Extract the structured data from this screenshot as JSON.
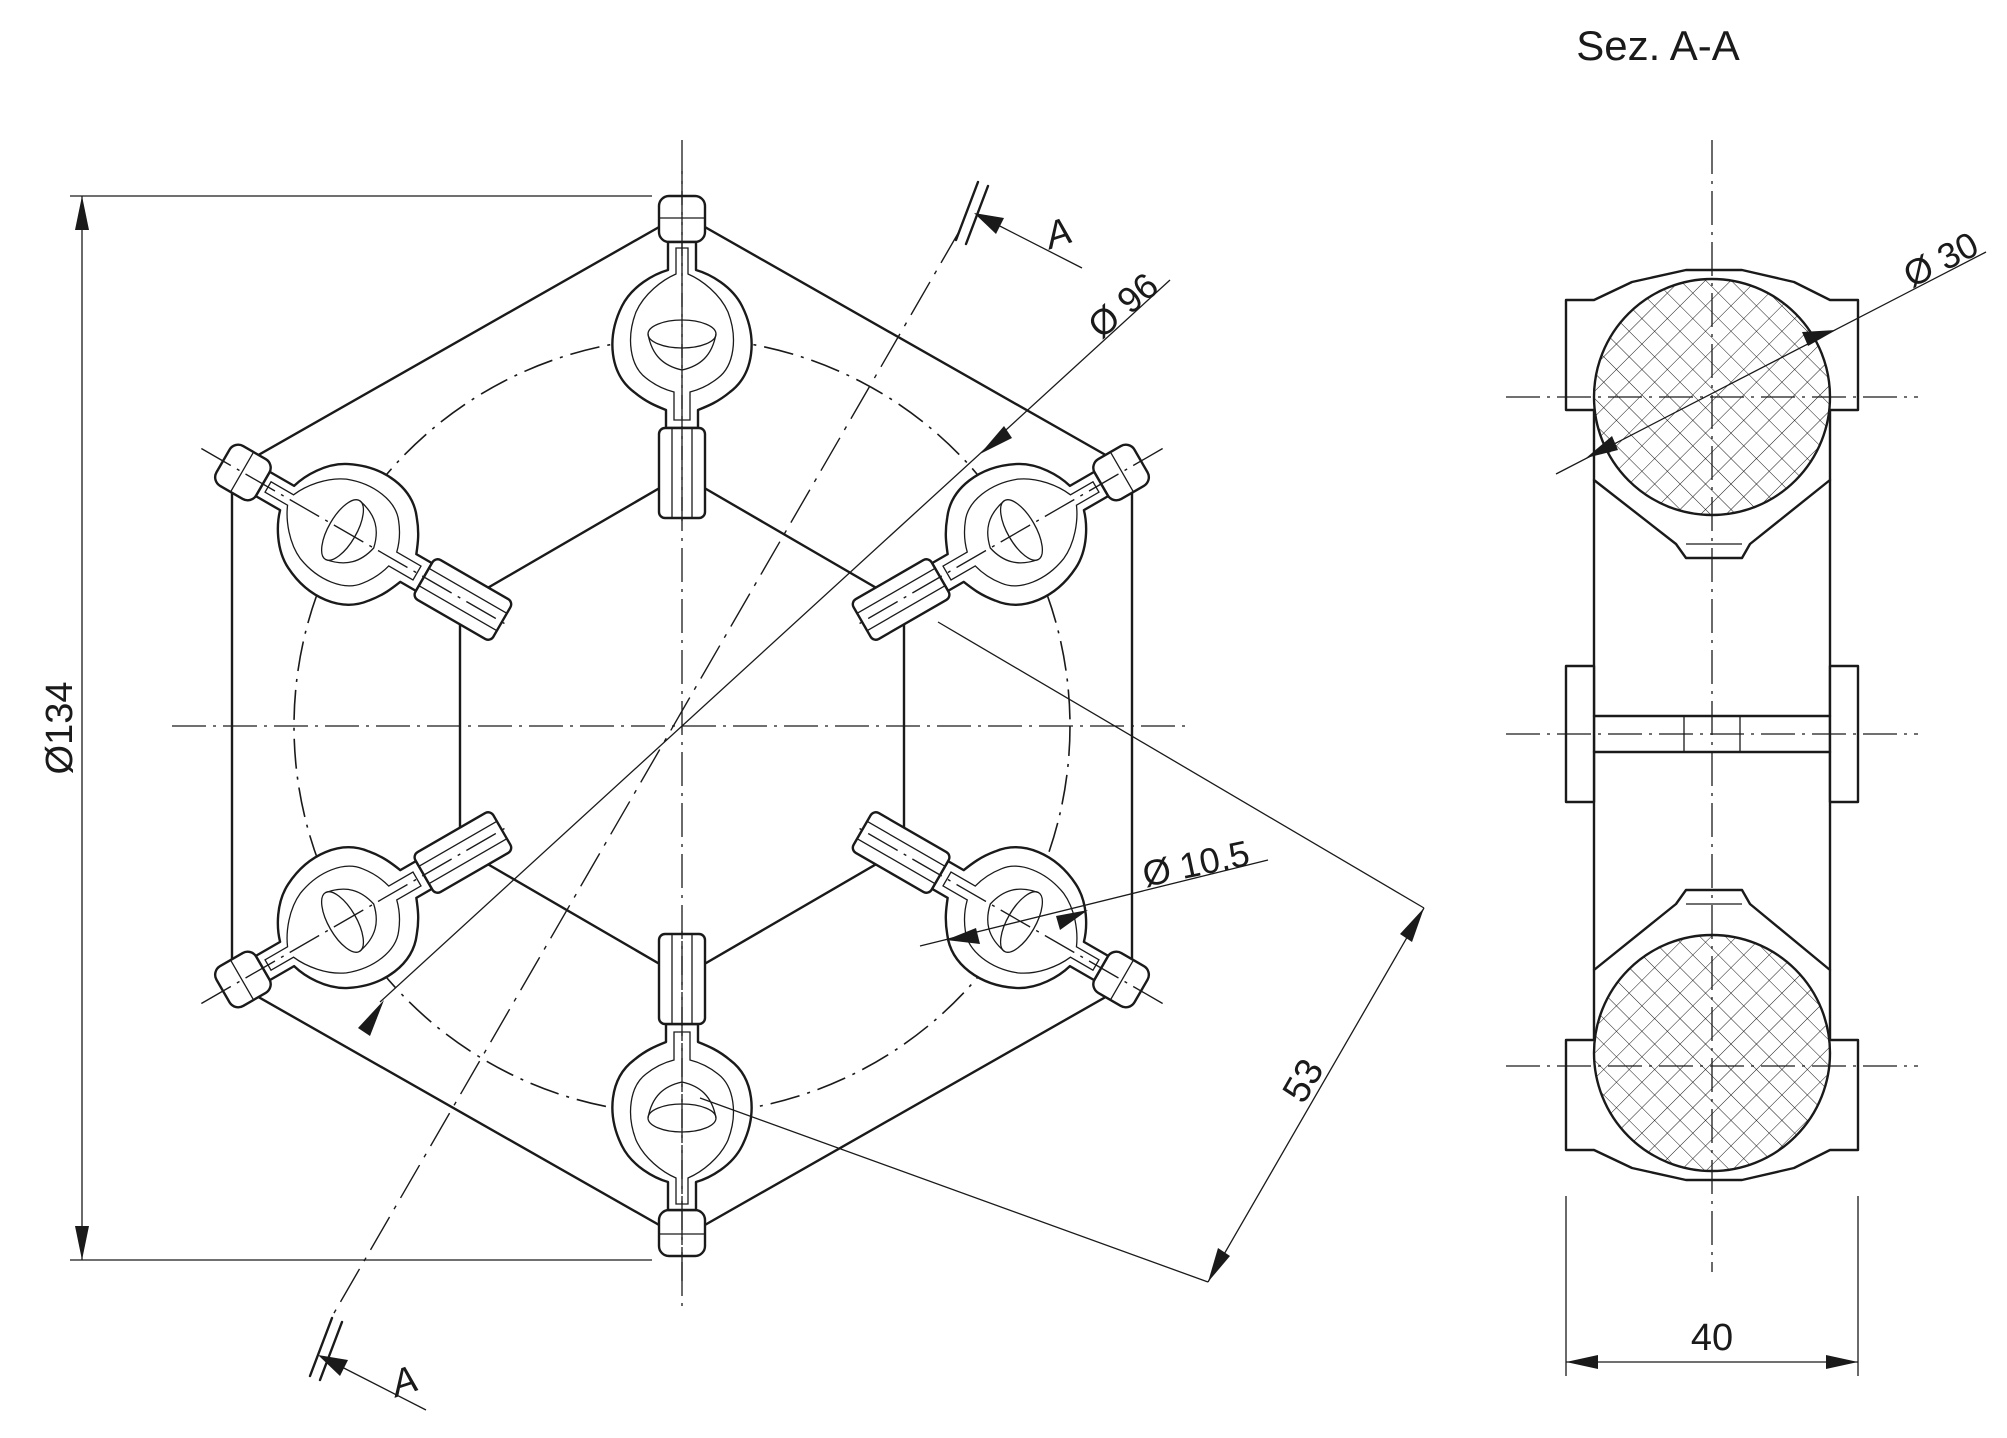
{
  "section_title": "Sez. A-A",
  "dimensions": {
    "overall_diameter": "Ø134",
    "pitch_circle_diameter": "Ø 96",
    "hole_diameter": "Ø 10.5",
    "center_offset": "53",
    "section_circle_diameter": "Ø 30",
    "width": "40"
  },
  "section_marks": {
    "top": "A",
    "bottom": "A"
  }
}
